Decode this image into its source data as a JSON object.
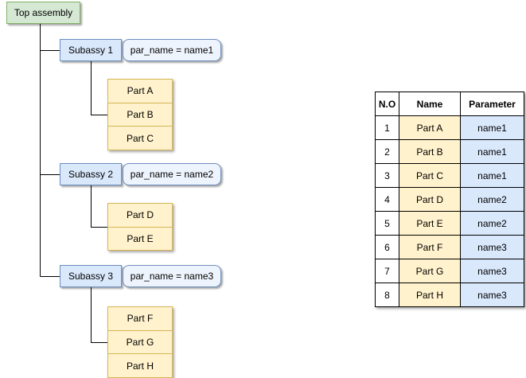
{
  "colors": {
    "root_fill": "#d5e8d4",
    "root_border": "#82b366",
    "subassy_fill": "#dae8fc",
    "subassy_border": "#6c8ebf",
    "param_fill": "#eef4fd",
    "part_fill": "#fff2cc",
    "part_border": "#d6b656",
    "table_border": "#000000",
    "connector": "#000000",
    "background": "#ffffff"
  },
  "tree": {
    "root": {
      "label": "Top assembly"
    },
    "groups": [
      {
        "subassy": "Subassy 1",
        "parameter": "par_name = name1",
        "parts": [
          "Part A",
          "Part B",
          "Part C"
        ]
      },
      {
        "subassy": "Subassy 2",
        "parameter": "par_name = name2",
        "parts": [
          "Part D",
          "Part E"
        ]
      },
      {
        "subassy": "Subassy 3",
        "parameter": "par_name = name3",
        "parts": [
          "Part F",
          "Part G",
          "Part H"
        ]
      }
    ]
  },
  "table": {
    "headers": [
      "N.O",
      "Name",
      "Parameter"
    ],
    "rows": [
      {
        "no": "1",
        "name": "Part A",
        "parameter": "name1"
      },
      {
        "no": "2",
        "name": "Part B",
        "parameter": "name1"
      },
      {
        "no": "3",
        "name": "Part C",
        "parameter": "name1"
      },
      {
        "no": "4",
        "name": "Part D",
        "parameter": "name2"
      },
      {
        "no": "5",
        "name": "Part E",
        "parameter": "name2"
      },
      {
        "no": "6",
        "name": "Part F",
        "parameter": "name3"
      },
      {
        "no": "7",
        "name": "Part G",
        "parameter": "name3"
      },
      {
        "no": "8",
        "name": "Part H",
        "parameter": "name3"
      }
    ]
  }
}
